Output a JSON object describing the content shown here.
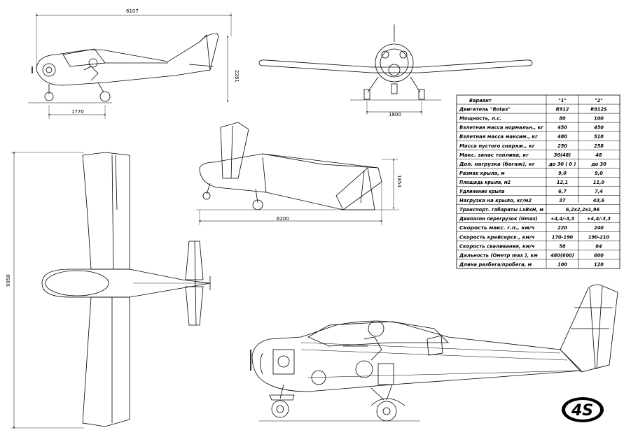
{
  "dimensions": {
    "side_top_length": "6107",
    "side_top_height": "2281",
    "side_top_gear": "1770",
    "front_track": "1800",
    "fuselage_length": "6200",
    "fuselage_height": "1854",
    "span": "9050"
  },
  "table": {
    "header": {
      "label": "Вариант",
      "col1": "\"1\"",
      "col2": "\"2\""
    },
    "rows": [
      {
        "label": "Двигатель \"Rotax\"",
        "v1": "R912",
        "v2": "R912S"
      },
      {
        "label": "Мощность, л.с.",
        "v1": "80",
        "v2": "100"
      },
      {
        "label": "Взлетная масса нормальн., кг",
        "v1": "450",
        "v2": "450"
      },
      {
        "label": "Взлетная масса максим., кг",
        "v1": "480",
        "v2": "510"
      },
      {
        "label": "Масса пустого снаряж., кг",
        "v1": "250",
        "v2": "258"
      },
      {
        "label": "Макс. запас топлива, кг",
        "v1": "36(48)",
        "v2": "48"
      },
      {
        "label": "Доп. нагрузка (багаж), кг",
        "v1": "до 30 ( 0 )",
        "v2": "до 30"
      },
      {
        "label": "Размах крыла, м",
        "v1": "9,0",
        "v2": "9,0"
      },
      {
        "label": "Площадь крыла, м2",
        "v1": "12,1",
        "v2": "11,0"
      },
      {
        "label": "Удлинение крыла",
        "v1": "6,7",
        "v2": "7,4"
      },
      {
        "label": "Нагрузка на крыло, кг/м2",
        "v1": "37",
        "v2": "43,6"
      },
      {
        "label": "Транспорт. габариты LxBxH, м",
        "merged": "6,2x2,2x1,96"
      },
      {
        "label": "Диапазон перегрузок (Gmax)",
        "v1": "+4,4/-3,3",
        "v2": "+4,4/-3,3"
      },
      {
        "label": "Скорость макс. г.п., км/ч",
        "v1": "220",
        "v2": "240"
      },
      {
        "label": "Скорость крейсерск., км/ч",
        "v1": "170-190",
        "v2": "190-210"
      },
      {
        "label": "Скорость сваливания, км/ч",
        "v1": "58",
        "v2": "64"
      },
      {
        "label": "Дальность (Ометр max ), км",
        "v1": "480(600)",
        "v2": "600"
      },
      {
        "label": "Длина разбега/пробега, м",
        "v1": "100",
        "v2": "120"
      }
    ]
  },
  "logo": {
    "text": "4S"
  }
}
